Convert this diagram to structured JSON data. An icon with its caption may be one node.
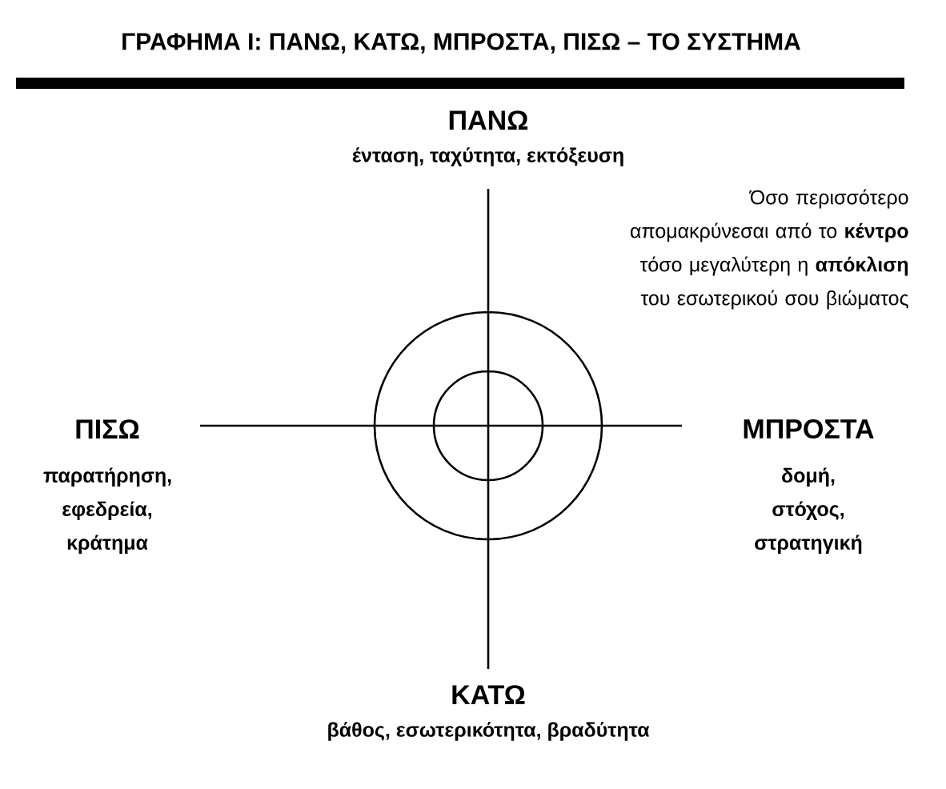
{
  "diagram": {
    "title": "ΓΡΑΦΗΜΑ Ι: ΠΑΝΩ, ΚΑΤΩ, ΜΠΡΟΣΤΑ, ΠΙΣΩ – ΤΟ ΣΥΣΤΗΜΑ",
    "labels": [
      "ΠΑΝΩ",
      "ένταση, ταχύτητα, εκτόξευση",
      "Όσο περισσότερο απομακρύνεσαι από το **κέντρο** τόσο μεγαλύτερη η **απόκλιση** του εσωτερικού σου βιώματος",
      "ΠΙΣΩ",
      "παρατήρηση, εφεδρεία, κράτημα",
      "ΜΠΡΟΣΤΑ",
      "δομή, στόχος, στρατηγική",
      "ΚΑΤΩ",
      "βάθος, εσωτερικότητα, βραδύτητα"
    ]
  }
}
